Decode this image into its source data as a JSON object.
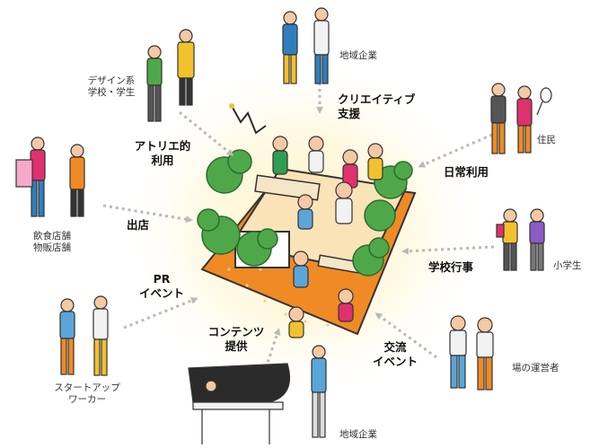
{
  "actions": {
    "creative_support": [
      "クリエイティブ",
      "支援"
    ],
    "atelier_use": [
      "アトリエ的",
      "利用"
    ],
    "daily_use": "日常利用",
    "store_opening": "出店",
    "school_event": "学校行事",
    "pr_event": [
      "PR",
      "イベント"
    ],
    "content_provision": [
      "コンテンツ",
      "提供"
    ],
    "exchange_event": [
      "交流",
      "イベント"
    ]
  },
  "groups": {
    "local_company_top": "地域企業",
    "design_students": [
      "デザイン系",
      "学校・学生"
    ],
    "residents": "住民",
    "restaurants_retail": [
      "飲食店舗",
      "物販店舗"
    ],
    "elementary_students": "小学生",
    "startup_workers": [
      "スタートアップ",
      "ワーカー"
    ],
    "venue_operators": "場の運営者",
    "local_company_bottom": "地域企業"
  },
  "colors": {
    "plaza_orange": "#f08a24",
    "tree_green": "#4ea84a",
    "glow_yellow": "#fff1b8",
    "arrow_dots": "#b9b9b9"
  }
}
